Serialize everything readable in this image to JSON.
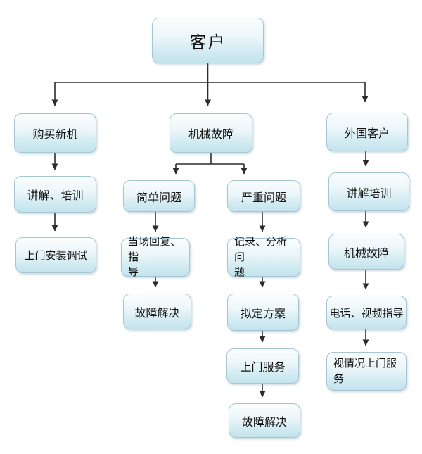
{
  "colors": {
    "background": "#ffffff",
    "node_fill_top": "#fafdfe",
    "node_fill_bottom": "#c3e3ed",
    "node_border": "#a6c6d3",
    "connector": "#2b2b2b",
    "text": "#111111"
  },
  "flowchart": {
    "nodes": [
      {
        "id": "customer",
        "label": "客户"
      },
      {
        "id": "buy-new-machine",
        "label": "购买新机"
      },
      {
        "id": "mechanical-failure",
        "label": "机械故障"
      },
      {
        "id": "foreign-customer",
        "label": "外国客户"
      },
      {
        "id": "explain-training",
        "label": "讲解、培训"
      },
      {
        "id": "onsite-install-debug",
        "label": "上门安装调试"
      },
      {
        "id": "simple-problem",
        "label": "简单问题"
      },
      {
        "id": "severe-problem",
        "label": "严重问题"
      },
      {
        "id": "onsite-reply-guidance",
        "label": "当场回复、指\n导"
      },
      {
        "id": "fault-solved-left",
        "label": "故障解决"
      },
      {
        "id": "record-analyze-problem",
        "label": "记录、分析问\n题"
      },
      {
        "id": "draft-plan",
        "label": "拟定方案"
      },
      {
        "id": "onsite-service",
        "label": "上门服务"
      },
      {
        "id": "fault-solved-mid",
        "label": "故障解决"
      },
      {
        "id": "explain-training-foreign",
        "label": "讲解培训"
      },
      {
        "id": "mechanical-failure-foreign",
        "label": "机械故障"
      },
      {
        "id": "phone-video-guidance",
        "label": "电话、视频指导"
      },
      {
        "id": "conditional-onsite-service",
        "label": "视情况上门服\n务"
      }
    ],
    "edges": [
      {
        "from": "customer",
        "to": "buy-new-machine"
      },
      {
        "from": "customer",
        "to": "mechanical-failure"
      },
      {
        "from": "customer",
        "to": "foreign-customer"
      },
      {
        "from": "buy-new-machine",
        "to": "explain-training"
      },
      {
        "from": "explain-training",
        "to": "onsite-install-debug"
      },
      {
        "from": "mechanical-failure",
        "to": "simple-problem"
      },
      {
        "from": "mechanical-failure",
        "to": "severe-problem"
      },
      {
        "from": "simple-problem",
        "to": "onsite-reply-guidance"
      },
      {
        "from": "onsite-reply-guidance",
        "to": "fault-solved-left"
      },
      {
        "from": "severe-problem",
        "to": "record-analyze-problem"
      },
      {
        "from": "record-analyze-problem",
        "to": "draft-plan"
      },
      {
        "from": "draft-plan",
        "to": "onsite-service"
      },
      {
        "from": "onsite-service",
        "to": "fault-solved-mid"
      },
      {
        "from": "foreign-customer",
        "to": "explain-training-foreign"
      },
      {
        "from": "explain-training-foreign",
        "to": "mechanical-failure-foreign"
      },
      {
        "from": "mechanical-failure-foreign",
        "to": "phone-video-guidance"
      },
      {
        "from": "phone-video-guidance",
        "to": "conditional-onsite-service"
      }
    ]
  }
}
